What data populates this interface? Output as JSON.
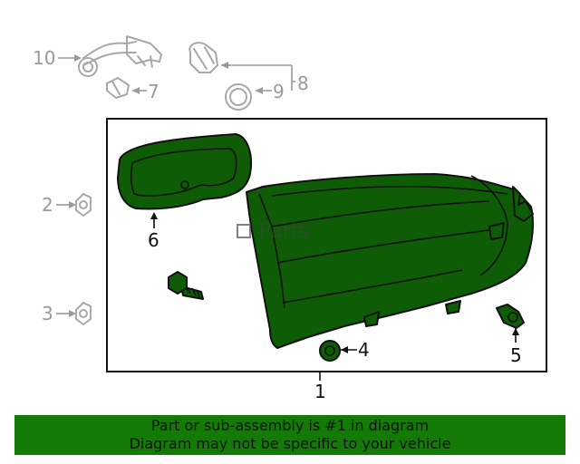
{
  "callouts": {
    "c1": "1",
    "c2": "2",
    "c3": "3",
    "c4": "4",
    "c5": "5",
    "c6": "6",
    "c7": "7",
    "c8": "8",
    "c9": "9",
    "c10": "10"
  },
  "watermark": "Parts",
  "banner": {
    "line1": "Part or sub-assembly is #1 in diagram",
    "line2": "Diagram may not be specific to your vehicle"
  },
  "colors": {
    "highlight": "#137a06",
    "part_fill": "#0f5c06",
    "inactive": "#9a9a9a"
  }
}
